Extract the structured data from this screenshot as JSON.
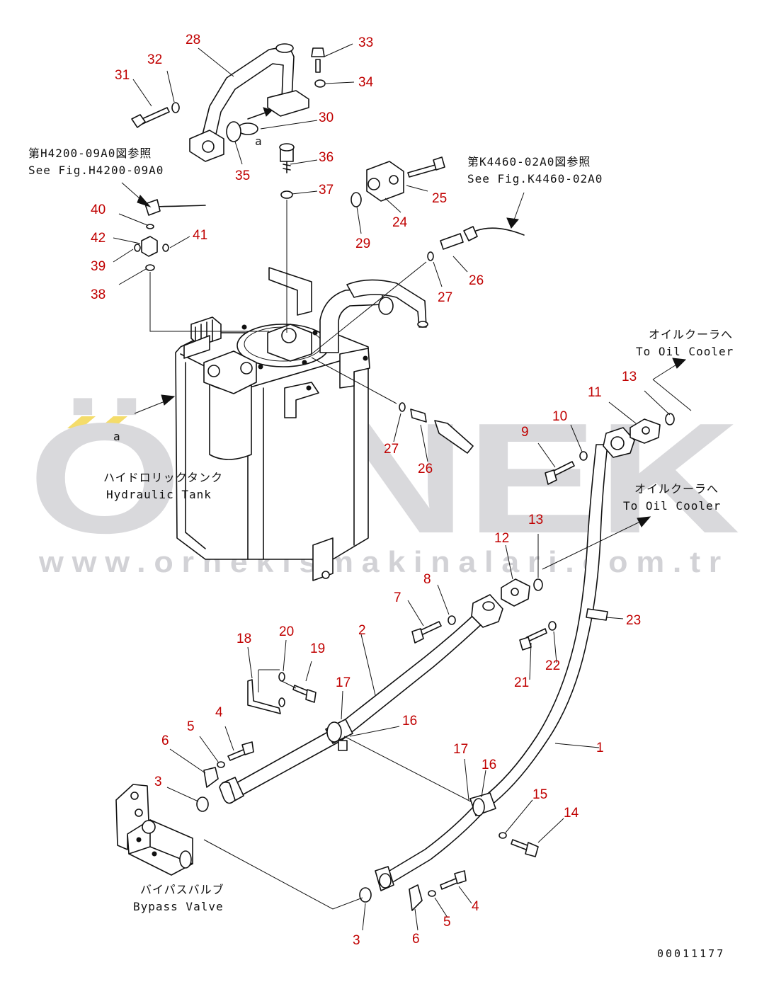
{
  "watermark": {
    "brand": "ÖRNEK",
    "url": "www.ornekismakinalari.com.tr",
    "accent_color": "#f4dc6a"
  },
  "drawing_code": "00011177",
  "view_marker": "a",
  "notes": {
    "ref_h4200_jp": "第H4200-09A0図参照",
    "ref_h4200_en": "See Fig.H4200-09A0",
    "ref_k4460_jp": "第K4460-02A0図参照",
    "ref_k4460_en": "See Fig.K4460-02A0",
    "oil_cooler_jp": "オイルクーラへ",
    "oil_cooler_en": "To Oil Cooler",
    "tank_jp": "ハイドロリックタンク",
    "tank_en": "Hydraulic Tank",
    "bypass_jp": "バイパスバルブ",
    "bypass_en": "Bypass Valve"
  },
  "callouts": {
    "c1": "1",
    "c2": "2",
    "c3": "3",
    "c4": "4",
    "c5": "5",
    "c6": "6",
    "c7": "7",
    "c8": "8",
    "c9": "9",
    "c10": "10",
    "c11": "11",
    "c12": "12",
    "c13": "13",
    "c14": "14",
    "c15": "15",
    "c16": "16",
    "c17": "17",
    "c18": "18",
    "c19": "19",
    "c20": "20",
    "c21": "21",
    "c22": "22",
    "c23": "23",
    "c24": "24",
    "c25": "25",
    "c26": "26",
    "c27": "27",
    "c28": "28",
    "c29": "29",
    "c30": "30",
    "c31": "31",
    "c32": "32",
    "c33": "33",
    "c34": "34",
    "c35": "35",
    "c36": "36",
    "c37": "37",
    "c38": "38",
    "c39": "39",
    "c40": "40",
    "c41": "41",
    "c42": "42"
  }
}
